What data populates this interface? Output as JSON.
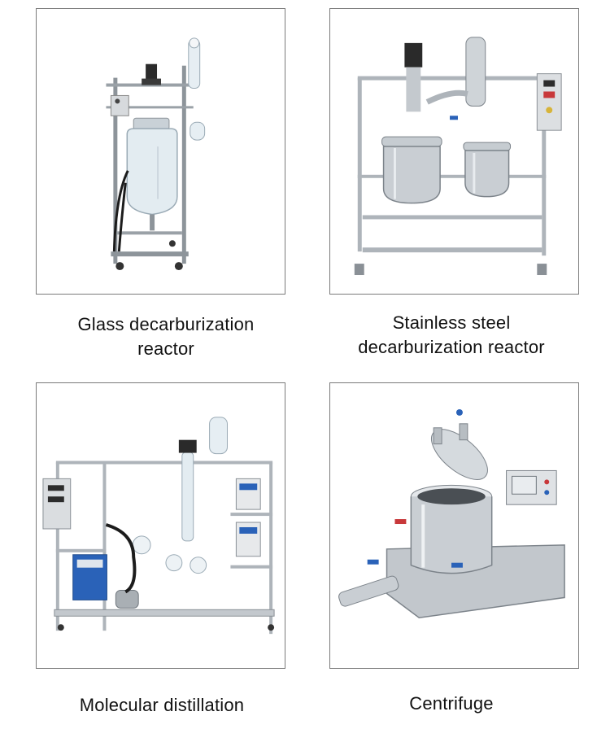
{
  "products": [
    {
      "caption_line1": "Glass decarburization",
      "caption_line2": "reactor",
      "image_name": "glass-reactor"
    },
    {
      "caption_line1": "Stainless steel",
      "caption_line2": "decarburization reactor",
      "image_name": "stainless-reactor"
    },
    {
      "caption_line1": "Molecular distillation",
      "caption_line2": "",
      "image_name": "molecular-distillation"
    },
    {
      "caption_line1": "Centrifuge",
      "caption_line2": "",
      "image_name": "centrifuge"
    }
  ],
  "colors": {
    "steel": "#b9bfc5",
    "steel_dark": "#6e757c",
    "glass": "#dfe9ef",
    "frame_border": "#7a7a7a",
    "accent_red": "#c8383a",
    "accent_blue": "#2a62b8"
  }
}
